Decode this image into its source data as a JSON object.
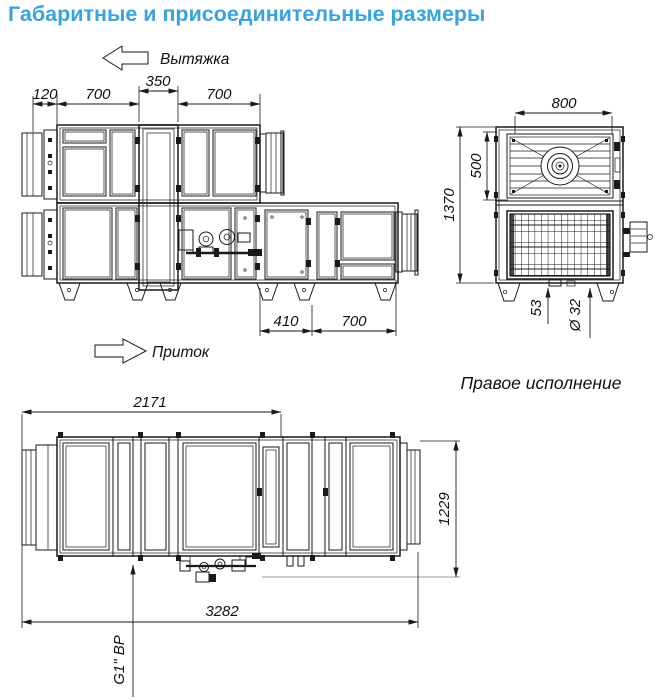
{
  "title": "Габаритные и присоединительные размеры",
  "colors": {
    "title": "#3ba3db",
    "line": "#1a1a1a"
  },
  "flow": {
    "exhaust": "Вытяжка",
    "supply": "Приток"
  },
  "notes": {
    "orientation": "Правое исполнение",
    "pipe_connection": "G1\" ВР"
  },
  "dims": {
    "front": {
      "flange": "120",
      "section1": "700",
      "recuperator": "350",
      "section2": "700",
      "section3": "410",
      "section4": "700"
    },
    "side": {
      "width": "800",
      "fan_height": "500",
      "total_height": "1370",
      "drain_offset": "53",
      "drain_diameter": "Ø 32"
    },
    "plan": {
      "body_length": "2171",
      "depth": "1229",
      "total_length": "3282"
    }
  }
}
